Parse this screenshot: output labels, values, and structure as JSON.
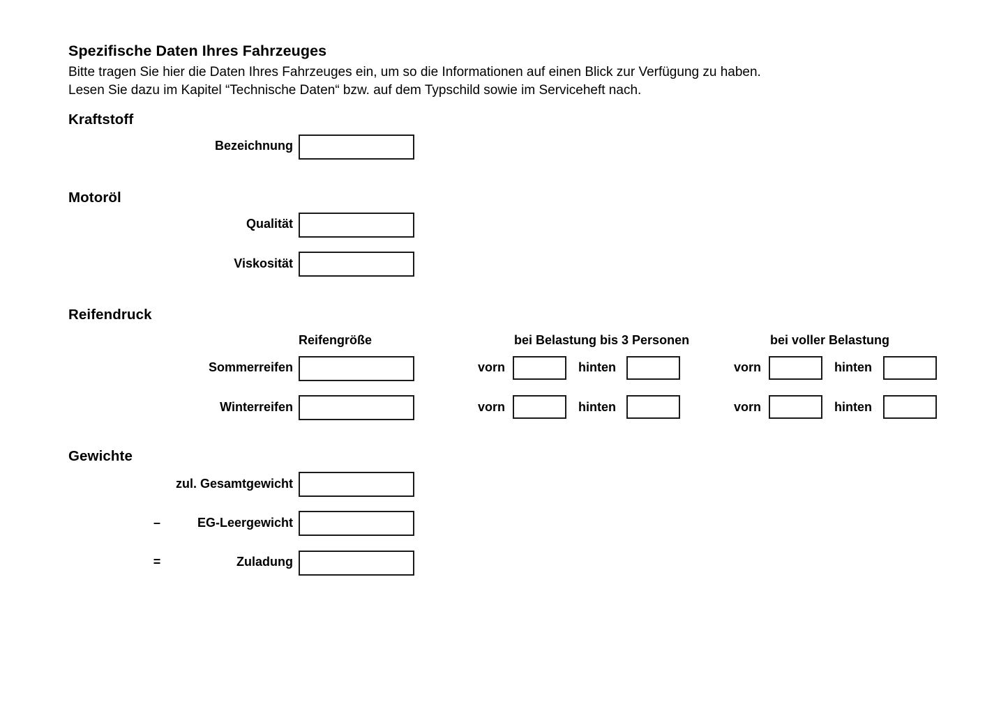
{
  "document": {
    "title": "Spezifische Daten Ihres Fahrzeuges",
    "intro_line_1": "Bitte tragen Sie hier die Daten Ihres Fahrzeuges ein, um so die Informationen auf einen Blick zur Verfügung zu haben.",
    "intro_line_2": "Lesen Sie dazu im Kapitel “Technische Daten“ bzw. auf dem Typschild sowie im Serviceheft nach."
  },
  "colors": {
    "page_background": "#ffffff",
    "text": "#000000",
    "box_border": "#1a1a1a"
  },
  "sections": {
    "kraftstoff": {
      "heading": "Kraftstoff",
      "fields": [
        {
          "label": "Bezeichnung",
          "value": ""
        }
      ]
    },
    "motoroel": {
      "heading": "Motoröl",
      "fields": [
        {
          "label": "Qualität",
          "value": ""
        },
        {
          "label": "Viskosität",
          "value": ""
        }
      ]
    },
    "reifendruck": {
      "heading": "Reifendruck",
      "column_headers": {
        "size": "Reifengröße",
        "load_three_persons": "bei Belastung bis 3 Personen",
        "load_full": "bei voller Belastung"
      },
      "axle_labels": {
        "front": "vorn",
        "rear": "hinten"
      },
      "rows": [
        {
          "label": "Sommerreifen",
          "size": "",
          "three_persons_front": "",
          "three_persons_rear": "",
          "full_front": "",
          "full_rear": ""
        },
        {
          "label": "Winterreifen",
          "size": "",
          "three_persons_front": "",
          "three_persons_rear": "",
          "full_front": "",
          "full_rear": ""
        }
      ]
    },
    "gewichte": {
      "heading": "Gewichte",
      "rows": [
        {
          "operator": "",
          "label": "zul. Gesamtgewicht",
          "value": ""
        },
        {
          "operator": "–",
          "label": "EG-Leergewicht",
          "value": ""
        },
        {
          "operator": "=",
          "label": "Zuladung",
          "value": ""
        }
      ]
    }
  }
}
